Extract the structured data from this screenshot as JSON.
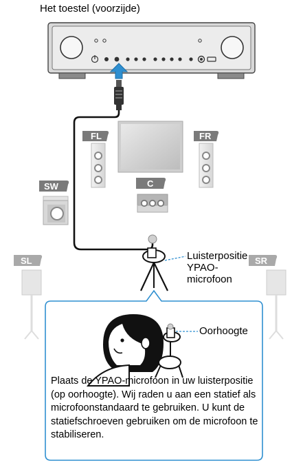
{
  "device_title": "Het toestel (voorzijde)",
  "speakers": {
    "fl": "FL",
    "fr": "FR",
    "c": "C",
    "sw": "SW",
    "sl": "SL",
    "sr": "SR"
  },
  "labels": {
    "listening_position": "Luisterpositie",
    "ypao_mic_line1": "YPAO-",
    "ypao_mic_line2": "microfoon",
    "ear_height": "Oorhoogte"
  },
  "instruction": "Plaats de YPAO-microfoon in uw luisterpositie (op oorhoogte). Wij raden u aan een statief als microfoonstandaard te gebruiken. U kunt de statiefschroeven gebruiken om de microfoon te stabiliseren.",
  "colors": {
    "accent_blue": "#2f8fd0",
    "speaker_badge": "#7a7a7a",
    "speaker_badge_light": "#a9a9a9"
  }
}
